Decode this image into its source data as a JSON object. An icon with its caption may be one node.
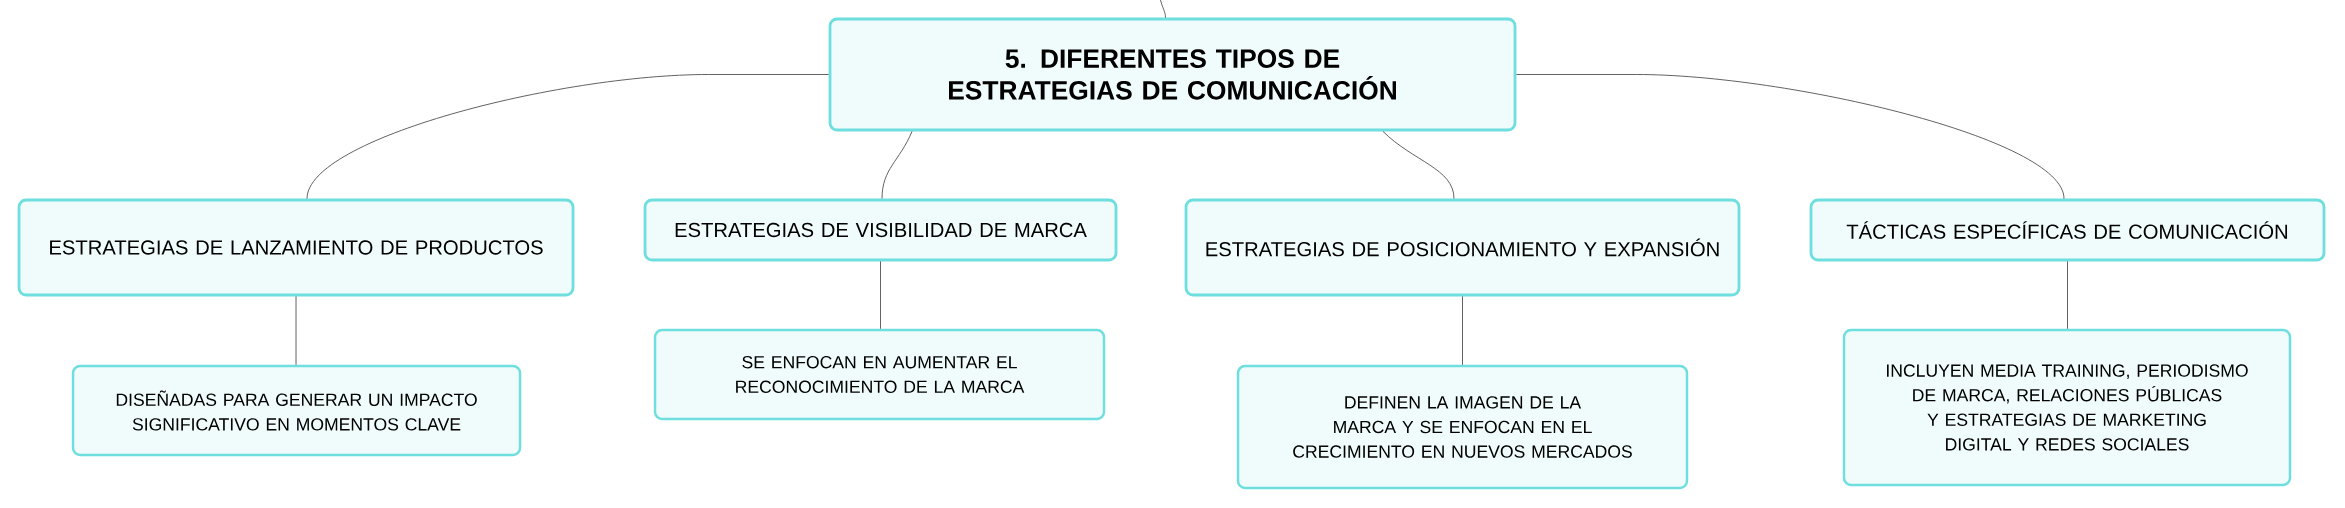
{
  "diagram": {
    "nodes": [
      {
        "text": [
          "5. DIFERENTES TIPOS DE ESTRATEGIAS DE COMUNICACIÓN"
        ]
      },
      {
        "text": [
          "ESTRATEGIAS DE LANZAMIENTO DE PRODUCTOS"
        ]
      },
      {
        "text": [
          "ESTRATEGIAS DE VISIBILIDAD DE MARCA"
        ]
      },
      {
        "text": [
          "ESTRATEGIAS DE POSICIONAMIENTO Y EXPANSIÓN"
        ]
      },
      {
        "text": [
          "TÁCTICAS ESPECÍFICAS DE COMUNICACIÓN"
        ]
      },
      {
        "text": [
          "DISEÑADAS PARA GENERAR UN IMPACTO SIGNIFICATIVO EN MOMENTOS CLAVE"
        ]
      },
      {
        "text": [
          "SE ENFOCAN EN AUMENTAR EL RECONOCIMIENTO DE LA MARCA"
        ]
      },
      {
        "text": [
          "DEFINEN LA IMAGEN DE LA MARCA Y SE ENFOCAN EN EL CRECIMIENTO EN NUEVOS MERCADOS"
        ]
      },
      {
        "text": [
          "INCLUYEN MEDIA TRAINING, PERIODISMO DE MARCA, RELACIONES PÚBLICAS Y ESTRATEGIAS DE MARKETING DIGITAL Y REDES SOCIALES"
        ]
      }
    ],
    "edges": [
      {
        "from": null,
        "to": 0,
        "arrow": "none"
      },
      {
        "from": 0,
        "to": 1,
        "arrow": "none"
      },
      {
        "from": 0,
        "to": 2,
        "arrow": "none"
      },
      {
        "from": 0,
        "to": 3,
        "arrow": "none"
      },
      {
        "from": 0,
        "to": 4,
        "arrow": "none"
      },
      {
        "from": 1,
        "to": 5,
        "arrow": "none"
      },
      {
        "from": 2,
        "to": 6,
        "arrow": "none"
      },
      {
        "from": 3,
        "to": 7,
        "arrow": "none"
      },
      {
        "from": 4,
        "to": 8,
        "arrow": "none"
      }
    ]
  }
}
